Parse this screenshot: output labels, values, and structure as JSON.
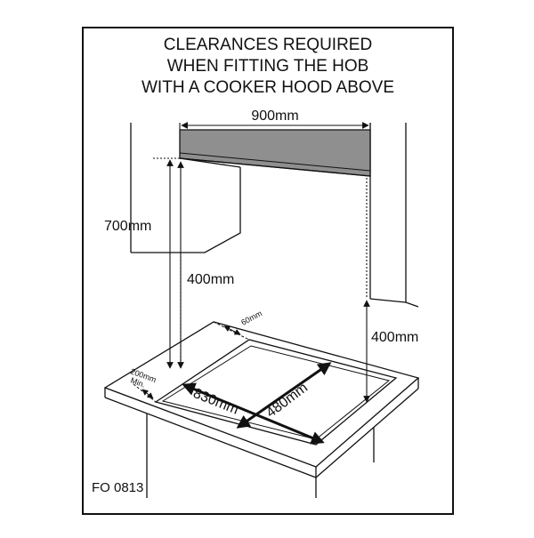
{
  "title": {
    "line1": "CLEARANCES REQUIRED",
    "line2": "WHEN FITTING THE HOB",
    "line3": "WITH A COOKER HOOD ABOVE"
  },
  "dimensions": {
    "hood_width": "900mm",
    "cupboard_height": "700mm",
    "left_clearance": "400mm",
    "right_clearance": "400mm",
    "back_clearance": "60mm",
    "side_clearance": "200mm",
    "side_clearance_note": "Min.",
    "hob_width": "830mm",
    "hob_depth": "480mm"
  },
  "figure_code": "FO 0813",
  "colors": {
    "line": "#111111",
    "hood_fill": "#8f8f8f",
    "background": "#ffffff"
  }
}
